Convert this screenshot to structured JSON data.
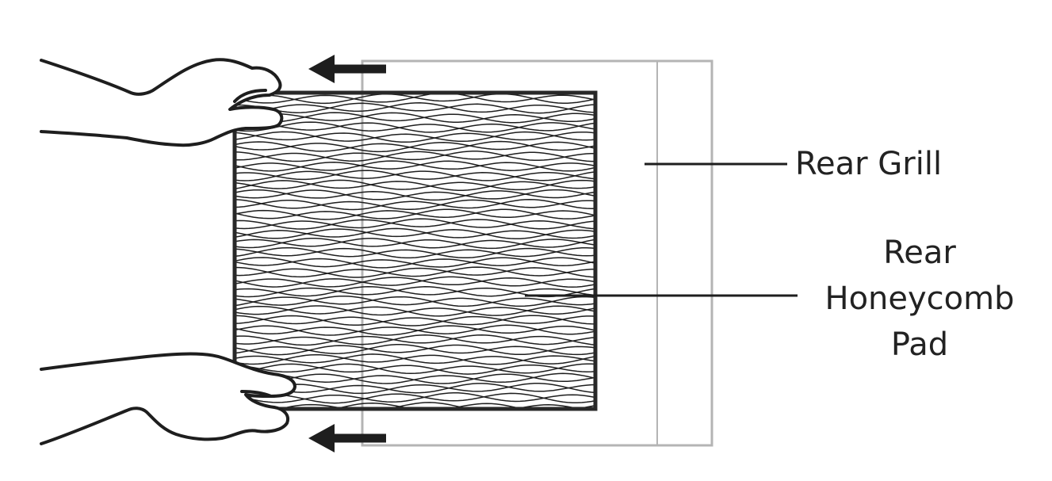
{
  "labels": {
    "rear_grill": "Rear Grill",
    "rear_honeycomb_pad": [
      "Rear",
      "Honeycomb",
      "Pad"
    ]
  },
  "colors": {
    "ink": "#1e1e1e",
    "grill_frame": "#b4b4b4",
    "background": "#ffffff"
  },
  "icons": [
    "left-arrow-icon",
    "hand-icon"
  ]
}
